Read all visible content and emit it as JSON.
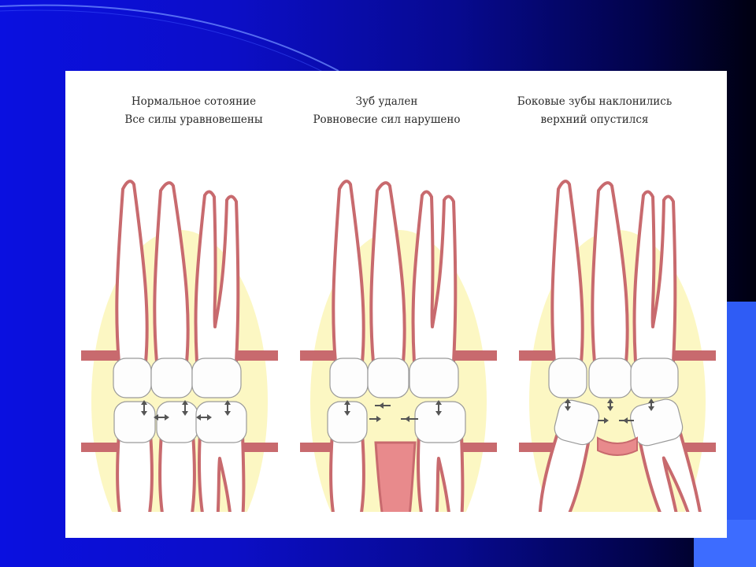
{
  "slide": {
    "background_color": "#0c0ec8",
    "accent_color": "#2f5cf5",
    "panel_color": "#ffffff"
  },
  "figure": {
    "gum_color": "#c86a6e",
    "glow_color": "#fbf6b8",
    "gap_tissue_color": "#e88a8c",
    "panels": [
      {
        "line1": "Нормальное сотояние",
        "line2": "Все силы уравновешены",
        "state": "normal"
      },
      {
        "line1": "Зуб удален",
        "line2": "Ровновесие сил нарушено",
        "state": "extracted"
      },
      {
        "line1": "Боковые зубы наклонились",
        "line2": "верхний опустился",
        "state": "tilted"
      }
    ]
  }
}
